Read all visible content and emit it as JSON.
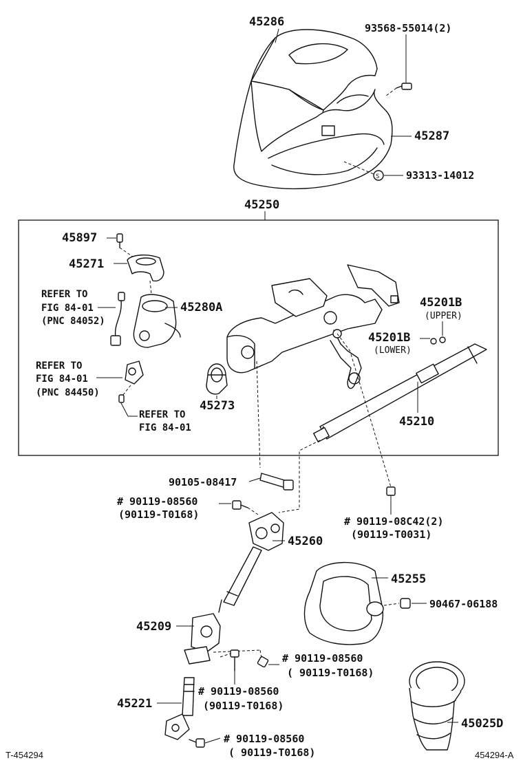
{
  "parts": {
    "p45286": "45286",
    "p93568": "93568-55014(2)",
    "p45287": "45287",
    "p93313": "93313-14012",
    "p45250": "45250",
    "p45897": "45897",
    "p45271": "45271",
    "p45280A": "45280A",
    "p45201B_u": "45201B",
    "p45201B_l": "45201B",
    "p45273": "45273",
    "p45210": "45210",
    "p90105": "90105-08417",
    "p90119_a": "# 90119-08560",
    "p90119_a_alt": "(90119-T0168)",
    "p90119_b": "# 90119-08C42(2)",
    "p90119_b_alt": "(90119-T0031)",
    "p45260": "45260",
    "p45255": "45255",
    "p90467": "90467-06188",
    "p45209": "45209",
    "p90119_c": "# 90119-08560",
    "p90119_c_alt": "( 90119-T0168)",
    "p90119_d": "# 90119-08560",
    "p90119_d_alt": "(90119-T0168)",
    "p45221": "45221",
    "p90119_e": "# 90119-08560",
    "p90119_e_alt": "( 90119-T0168)",
    "p45025D": "45025D"
  },
  "notes": {
    "upper": "(UPPER)",
    "lower": "(LOWER)",
    "ref1_l1": "REFER TO",
    "ref1_l2": "FIG 84-01",
    "ref1_l3": "(PNC 84052)",
    "ref2_l1": "REFER TO",
    "ref2_l2": "FIG 84-01",
    "ref2_l3": "(PNC 84450)",
    "ref3_l1": "REFER TO",
    "ref3_l2": "FIG 84-01"
  },
  "footer": {
    "left": "T-454294",
    "right": "454294-A"
  }
}
